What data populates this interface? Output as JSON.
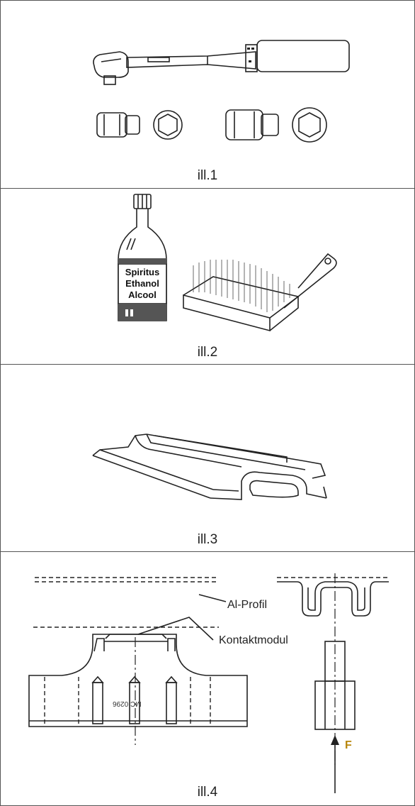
{
  "panels": [
    {
      "caption": "ill.1"
    },
    {
      "caption": "ill.2",
      "bottle_label": [
        "Spiritus",
        "Ethanol",
        "Alcool"
      ]
    },
    {
      "caption": "ill.3"
    },
    {
      "caption": "ill.4",
      "labels": {
        "profile": "Al-Profil",
        "module": "Kontaktmodul",
        "force": "F",
        "part_code": "MC 0296"
      }
    }
  ],
  "colors": {
    "line": "#222222",
    "force_label": "#b8860b"
  }
}
